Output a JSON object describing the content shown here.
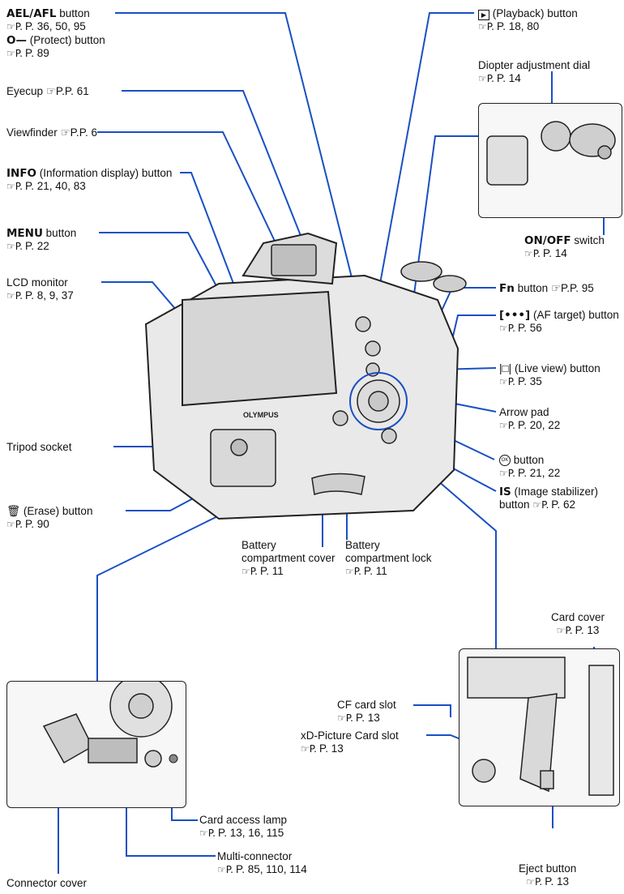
{
  "ref_symbol": "☞P.",
  "labels": {
    "ael_afl": {
      "bold": "AEL/AFL",
      "text": " button",
      "ref": "P. 36, 50, 95"
    },
    "protect": {
      "bold": "O—",
      "text": " (Protect) button",
      "ref": "P. 89"
    },
    "eyecup": {
      "text": "Eyecup",
      "ref": "P. 61"
    },
    "viewfinder": {
      "text": "Viewfinder",
      "ref": "P. 6"
    },
    "info": {
      "bold": "INFO",
      "text": " (Information display) button",
      "ref": "P. 21, 40, 83"
    },
    "menu": {
      "bold": "MENU",
      "text": " button",
      "ref": "P. 22"
    },
    "lcd": {
      "text": "LCD monitor",
      "ref": "P. 8, 9, 37"
    },
    "tripod": {
      "text": "Tripod socket"
    },
    "erase": {
      "text": "(Erase) button",
      "ref": "P. 90"
    },
    "playback": {
      "text": "(Playback) button",
      "ref": "P. 18, 80"
    },
    "diopter": {
      "text": "Diopter adjustment dial",
      "ref": "P. 14"
    },
    "onoff": {
      "bold": "ON/OFF",
      "text": " switch",
      "ref": "P. 14"
    },
    "fn": {
      "bold": "Fn",
      "text": " button",
      "ref": "P. 95"
    },
    "af_target": {
      "bold": "[•••]",
      "text": " (AF target) button",
      "ref": "P. 56"
    },
    "live_view": {
      "text": "(Live view) button",
      "ref": "P. 35"
    },
    "arrow_pad": {
      "text": "Arrow pad",
      "ref": "P. 20, 22"
    },
    "ok": {
      "text": "button",
      "ref": "P. 21, 22"
    },
    "is": {
      "bold": "IS",
      "text": " (Image stabilizer)",
      "text2": "button",
      "ref": "P. 62"
    },
    "battery_cover": {
      "line1": "Battery",
      "line2": "compartment cover",
      "ref": "P. 11"
    },
    "battery_lock": {
      "line1": "Battery",
      "line2": "compartment lock",
      "ref": "P. 11"
    },
    "card_cover": {
      "text": "Card cover",
      "ref": "P. 13"
    },
    "cf_slot": {
      "text": "CF card slot",
      "ref": "P. 13"
    },
    "xd_slot": {
      "text": "xD-Picture Card slot",
      "ref": "P. 13"
    },
    "card_lamp": {
      "text": "Card access lamp",
      "ref": "P. 13, 16, 115"
    },
    "multi": {
      "text": "Multi-connector",
      "ref": "P. 85, 110, 114"
    },
    "eject": {
      "text": "Eject button",
      "ref": "P. 13"
    },
    "connector_cover": {
      "text": "Connector cover"
    }
  },
  "brand": "OLYMPUS",
  "colors": {
    "line": "#1a4fc4",
    "text": "#111111"
  }
}
